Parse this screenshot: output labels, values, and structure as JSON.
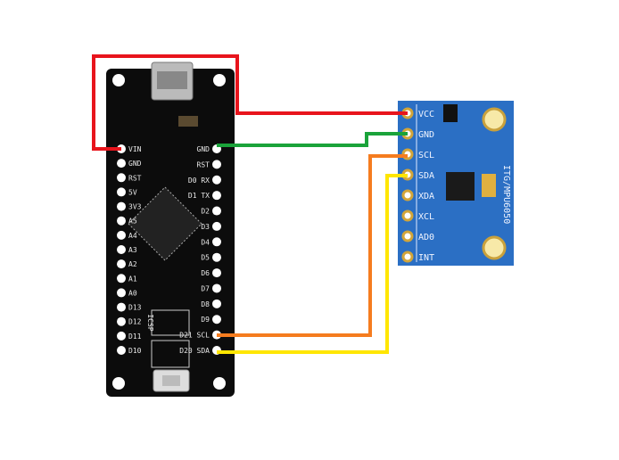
{
  "board": {
    "left_pins": [
      "VIN",
      "GND",
      "RST",
      "5V",
      "3V3",
      "A5",
      "A4",
      "A3",
      "A2",
      "A1",
      "A0",
      "D13",
      "D12",
      "D11",
      "D10"
    ],
    "right_pins": [
      "GND",
      "RST",
      "D0 RX",
      "D1 TX",
      "D2",
      "D3",
      "D4",
      "D5",
      "D6",
      "D7",
      "D8",
      "D9",
      "D21 SCL",
      "D20 SDA"
    ],
    "icsp_label": "ICSP"
  },
  "module": {
    "pins": [
      "VCC",
      "GND",
      "SCL",
      "SDA",
      "XDA",
      "XCL",
      "AD0",
      "INT"
    ],
    "name": "ITG/MPU6050"
  },
  "wires": [
    {
      "from": "VIN",
      "to": "VCC",
      "color": "#e8141c"
    },
    {
      "from": "GND",
      "to": "GND",
      "color": "#1aa33a"
    },
    {
      "from": "D21 SCL",
      "to": "SCL",
      "color": "#f57c1f"
    },
    {
      "from": "D20 SDA",
      "to": "SDA",
      "color": "#ffe600"
    }
  ]
}
